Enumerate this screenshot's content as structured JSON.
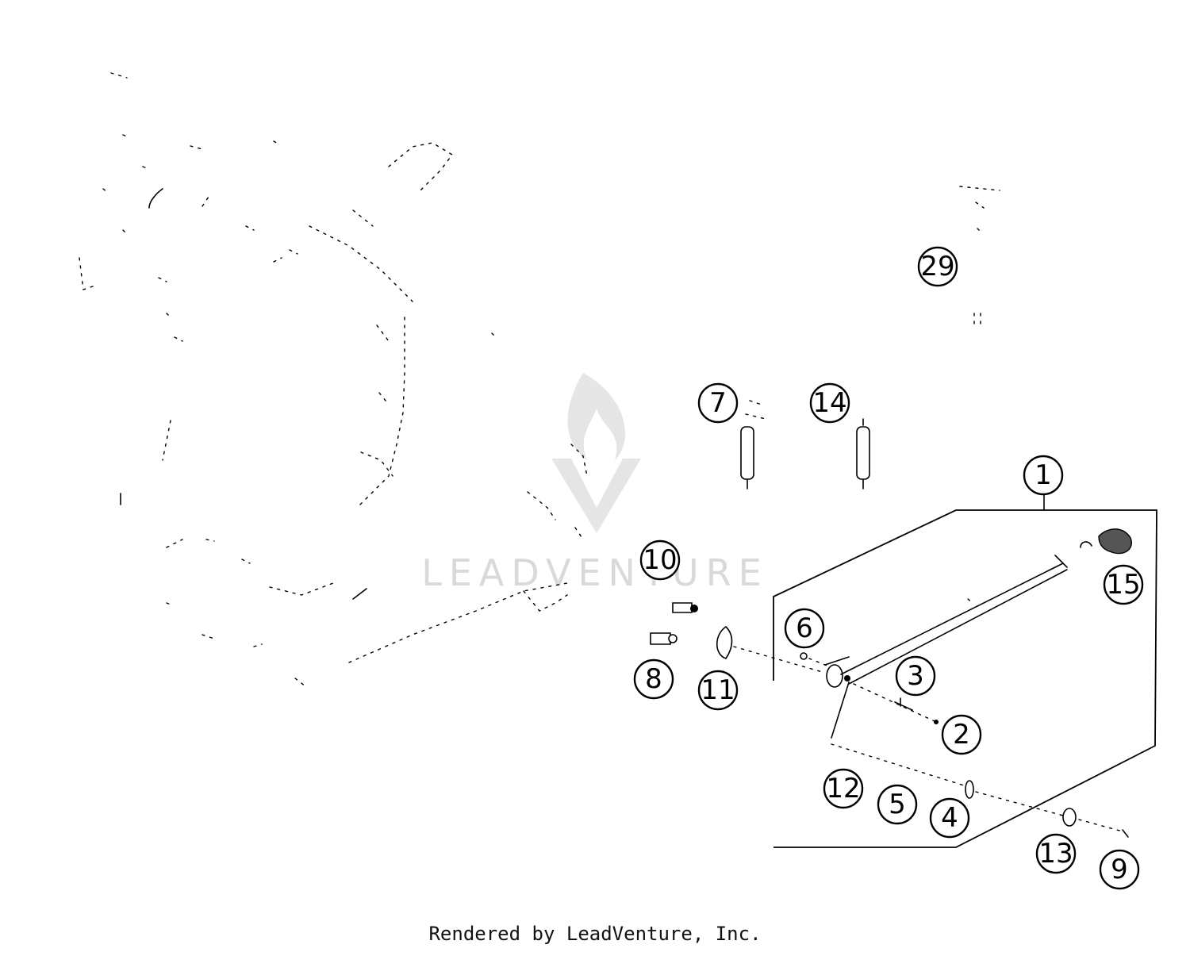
{
  "callouts": [
    {
      "id": "c1",
      "label": "1"
    },
    {
      "id": "c2",
      "label": "2"
    },
    {
      "id": "c3",
      "label": "3"
    },
    {
      "id": "c4",
      "label": "4"
    },
    {
      "id": "c5",
      "label": "5"
    },
    {
      "id": "c6",
      "label": "6"
    },
    {
      "id": "c7",
      "label": "7"
    },
    {
      "id": "c8",
      "label": "8"
    },
    {
      "id": "c9",
      "label": "9"
    },
    {
      "id": "c10",
      "label": "10"
    },
    {
      "id": "c11",
      "label": "11"
    },
    {
      "id": "c12",
      "label": "12"
    },
    {
      "id": "c13",
      "label": "13"
    },
    {
      "id": "c14",
      "label": "14"
    },
    {
      "id": "c15",
      "label": "15"
    },
    {
      "id": "c29",
      "label": "29"
    }
  ],
  "watermark": {
    "text": "LEADVENTURE",
    "logo_color": "#d9d9d9"
  },
  "footer": {
    "credit": "Rendered by LeadVenture, Inc."
  }
}
